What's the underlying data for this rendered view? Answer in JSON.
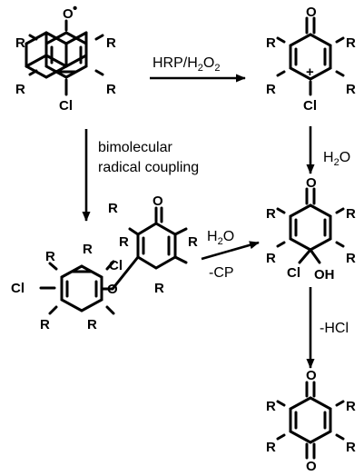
{
  "atoms": {
    "R": "R",
    "Cl": "Cl",
    "O": "O",
    "OH": "OH",
    "plus": "+",
    "radical_dot": "•"
  },
  "reagents": {
    "hrp_prefix": "HRP/H",
    "hrp_sub1": "2",
    "hrp_mid": "O",
    "hrp_sub2": "2",
    "h2o_h": "H",
    "h2o_sub": "2",
    "h2o_o": "O",
    "coupling_line1": "bimolecular",
    "coupling_line2": "radical coupling",
    "minus_cp": "-CP",
    "minus_hcl": "-HCl"
  }
}
